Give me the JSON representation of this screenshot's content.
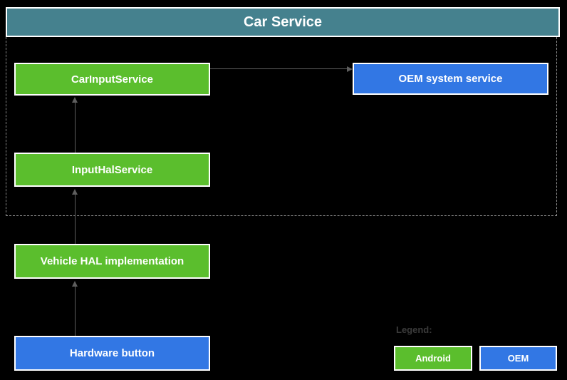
{
  "colors": {
    "background": "#000000",
    "teal": "#45818e",
    "green": "#5bbe2d",
    "blue": "#3277e4",
    "line": "#5e5e5e",
    "dashed_border": "#8a8a8a",
    "legend_label": "#3b3b3b",
    "box_text": "#ffffff"
  },
  "header": {
    "title": "Car Service"
  },
  "nodes": {
    "car_input_service": {
      "label": "CarInputService",
      "type": "android"
    },
    "oem_system_service": {
      "label": "OEM system service",
      "type": "oem"
    },
    "input_hal_service": {
      "label": "InputHalService",
      "type": "android"
    },
    "vehicle_hal_implementation": {
      "label": "Vehicle HAL implementation",
      "type": "android"
    },
    "hardware_button": {
      "label": "Hardware button",
      "type": "oem"
    }
  },
  "connectors": [
    {
      "from": "input_hal_service",
      "to": "car_input_service",
      "direction": "up"
    },
    {
      "from": "vehicle_hal_implementation",
      "to": "input_hal_service",
      "direction": "up"
    },
    {
      "from": "hardware_button",
      "to": "vehicle_hal_implementation",
      "direction": "up"
    },
    {
      "from": "car_input_service",
      "to": "oem_system_service",
      "direction": "right"
    }
  ],
  "legend": {
    "title": "Legend:",
    "items": [
      {
        "label": "Android",
        "type": "android"
      },
      {
        "label": "OEM",
        "type": "oem"
      }
    ]
  }
}
